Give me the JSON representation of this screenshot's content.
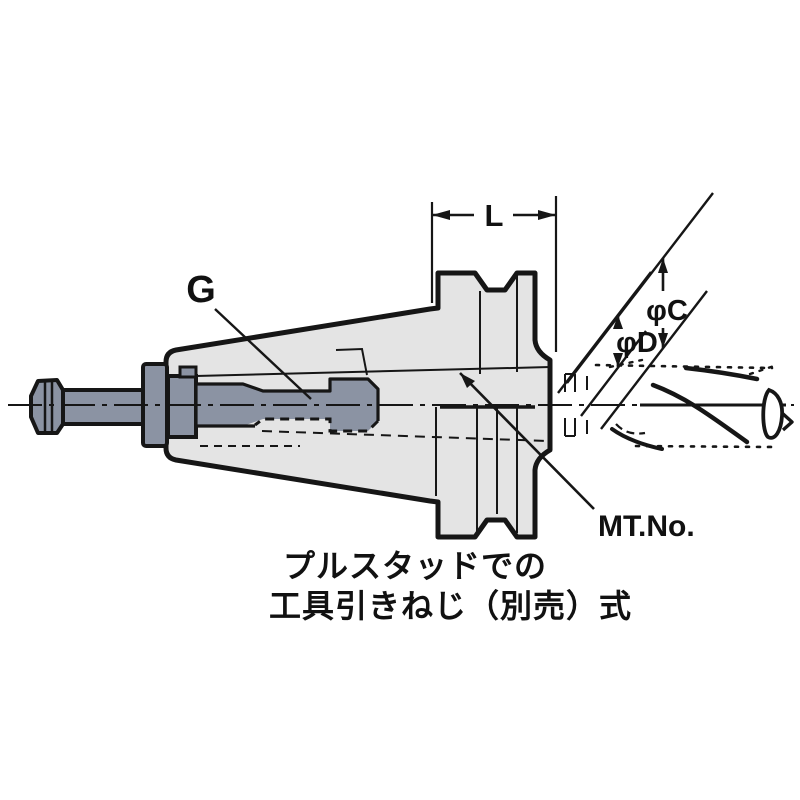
{
  "drawing": {
    "caption": {
      "line1": "プルスタッドでの",
      "line2": "工具引きねじ（別売）式"
    },
    "labels": {
      "g": "G",
      "l": "L",
      "phi_c": "φC",
      "phi_d": "φD",
      "mt_no": "MT.No."
    },
    "colors": {
      "background": "#ffffff",
      "body_fill": "#e4e4e4",
      "steel_fill": "#8b93a3",
      "line": "#161616",
      "text": "#111111"
    }
  }
}
